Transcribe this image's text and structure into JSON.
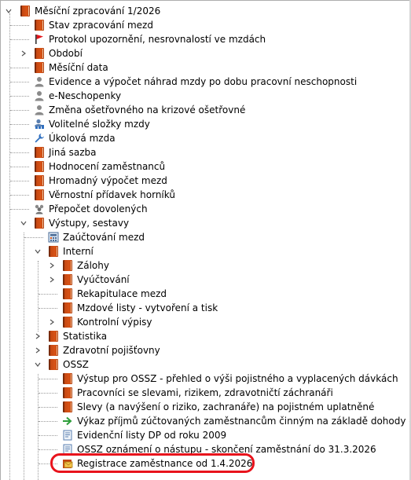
{
  "tree": {
    "root": "Měsíční zpracování 1/2026",
    "items": {
      "stav": "Stav zpracování mezd",
      "protokol": "Protokol upozornění, nesrovnalostí ve mzdách",
      "obdobi": "Období",
      "mesicni_data": "Měsíční data",
      "evidence": "Evidence a výpočet náhrad mzdy po dobu pracovní neschopnosti",
      "eneschopenky": "e-Neschopenky",
      "zmena": "Změna ošetřovného na krizové ošetřovné",
      "volitelne": "Volitelné složky mzdy",
      "ukolova": "Úkolová mzda",
      "jina_sazba": "Jiná sazba",
      "hodnoceni": "Hodnocení zaměstnanců",
      "hromadny": "Hromadný výpočet mezd",
      "vernostni": "Věrnostní přídavek horníků",
      "prepocet": "Přepočet dovolených",
      "vystupy": "Výstupy, sestavy",
      "zauctovani": "Zaúčtování mezd",
      "interni": "Interní",
      "zalohy": "Zálohy",
      "vyuctovani": "Vyúčtování",
      "rekapitulace": "Rekapitulace mezd",
      "mzdove_listy": "Mzdové listy - vytvoření a tisk",
      "kontrolni": "Kontrolní výpisy",
      "statistika": "Statistika",
      "zdravotni": "Zdravotní pojišťovny",
      "ossz": "OSSZ",
      "vystup_ossz": "Výstup pro OSSZ - přehled o výši pojistného a vyplacených dávkách",
      "pracovnici": "Pracovníci se slevami, rizikem, zdravotničtí záchranáři",
      "slevy": "Slevy (a navýšení o riziko, zachranáře) na pojistném uplatněné",
      "vykaz": "Výkaz příjmů zúčtovaných zaměstnancům činným na základě dohody o pr",
      "evidencni_listy": "Evidenční listy DP od roku 2009",
      "oznameni": "OSSZ oznámení o nástupu - skončení zaměstnání do 31.3.2026",
      "registrace": "Registrace zaměstnance od 1.4.2026"
    }
  },
  "colors": {
    "book_icon": "#d95416",
    "highlight": "#e8131c",
    "tree_lines": "#9a9a9a"
  },
  "icons": {
    "expander_expanded": "chevron-down-icon",
    "expander_collapsed": "chevron-right-icon",
    "folder": "book-icon",
    "person": "person-icon",
    "warning": "red-flag-icon",
    "wrench": "wrench-icon",
    "calc": "calculator-icon",
    "settings_person": "person-settings-icon",
    "group": "people-icon",
    "arrow": "green-arrow-icon",
    "document": "document-icon",
    "register": "envelope-book-icon"
  }
}
